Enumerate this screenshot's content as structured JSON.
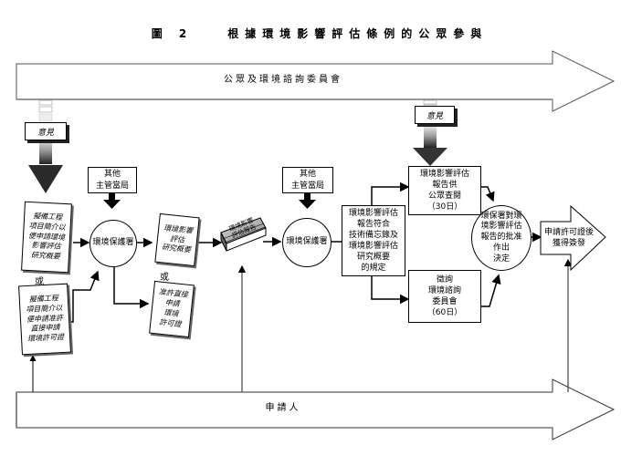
{
  "figure": {
    "title": "圖 2　　根據環境影響評估條例的公眾參與"
  },
  "bands": {
    "top": "公眾及環境諮詢委員會",
    "bottom": "申請人"
  },
  "opinions": {
    "left": "意見",
    "right": "意見"
  },
  "authorities": {
    "first": "其他\n主管當局",
    "second": "其他\n主管當局"
  },
  "documents": {
    "project_profile_eia": "擬備工程\n項目簡介以\n便申請環境\n影響評估\n研究概要",
    "project_profile_direct": "擬備工程\n項目簡介以\n便申請准許\n直接申請\n環境許可證",
    "eia_study_brief": "環境影響\n評估\n研究概要",
    "direct_permit": "准許直接\n申請\n環境\n許可證",
    "eia_report_book": "環境影響\n評估報告"
  },
  "or_labels": [
    "或",
    "或"
  ],
  "nodes": {
    "epd_first": "環境保護署",
    "epd_second": "環境保護署",
    "report_compliance": "環境影響評估\n報告符合\n技術備忘錄及\n環境影響評估\n研究概要\n的規定",
    "public_inspection": "環境影響評估\n報告供\n公眾查閱\n（30日）",
    "achp_consult": "徵詢\n環境諮詢\n委員會\n（60日）",
    "decision": "環保署對環\n境影響評估\n報告的批准\n作出\n決定",
    "permit": "申請許可證後\n獲得簽發"
  }
}
